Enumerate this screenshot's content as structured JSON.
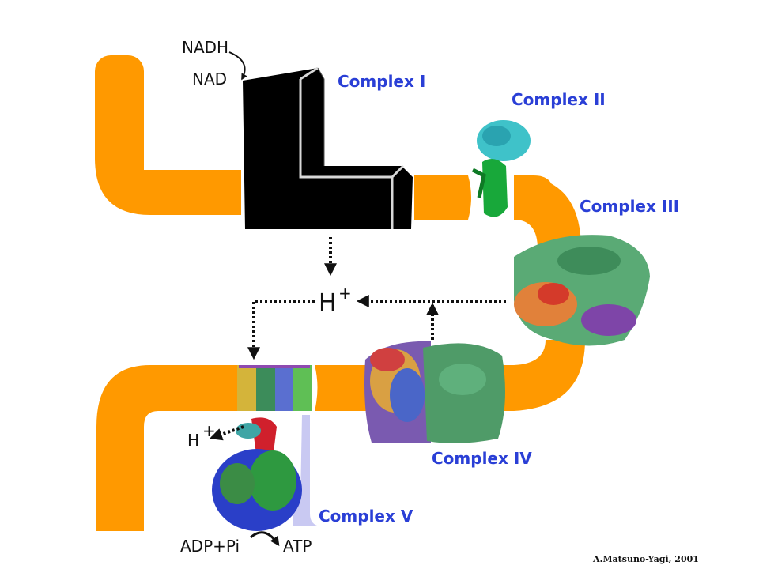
{
  "complexes": {
    "c1": "Complex I",
    "c2": "Complex II",
    "c3": "Complex III",
    "c4": "Complex IV",
    "c5": "Complex V"
  },
  "reactions": {
    "nadh": "NADH",
    "nad": "NAD",
    "adp": "ADP+Pi",
    "atp": "ATP"
  },
  "proton": {
    "base": "H",
    "charge": "+"
  },
  "credit": "A.Matsuno-Yagi, 2001",
  "colors": {
    "membrane": "#FF9900",
    "label": "#2A3FD6",
    "complex1": "#000000",
    "stalk": "#C9C9F2"
  }
}
